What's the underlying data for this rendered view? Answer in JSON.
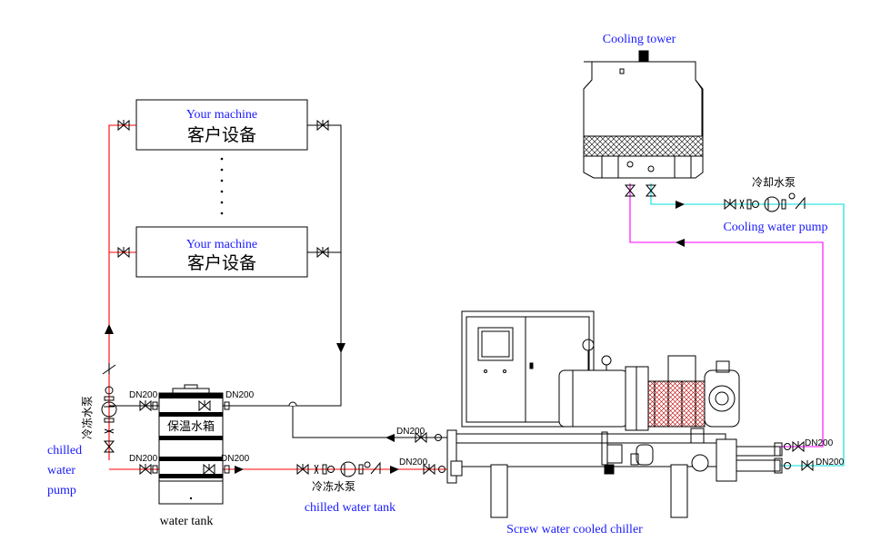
{
  "colors": {
    "chilled_supply": "#ff0000",
    "chilled_return": "#000000",
    "cooling_return": "#ff00ff",
    "cooling_supply": "#00e5e5",
    "label_blue": "#1a1aff"
  },
  "labels": {
    "cooling_tower": "Cooling tower",
    "your_machine_en": "Your machine",
    "your_machine_cn": "客户设备",
    "cooling_pump_cn": "冷却水泵",
    "cooling_pump_en": "Cooling water pump",
    "chilled_pump_cn": "冷冻水泵",
    "chilled_pump_en": "chilled water pump",
    "chilled_pump_en_line1": "chilled",
    "chilled_pump_en_line2": "water",
    "chilled_pump_en_line3": "pump",
    "tank_cn": "保温水箱",
    "tank_en": "water tank",
    "chilled_tank_label": "chilled water tank",
    "chiller_label": "Screw water cooled chiller",
    "dn": "DN200"
  }
}
